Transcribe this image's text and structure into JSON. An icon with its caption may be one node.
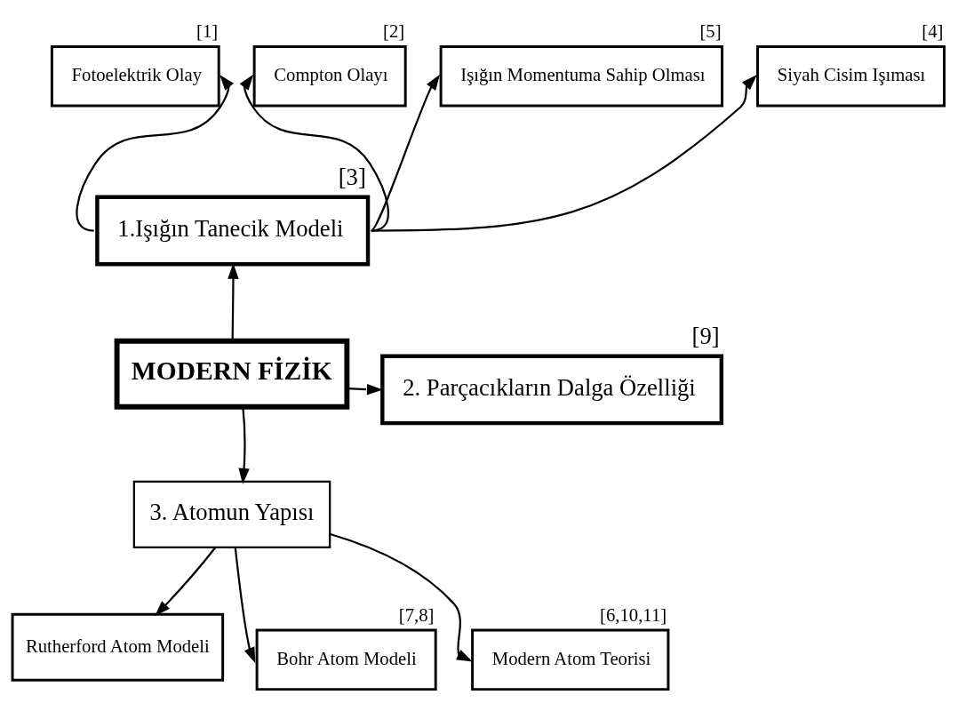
{
  "diagram": {
    "nodes": [
      {
        "text": [
          "Fotoelektrik Olay"
        ],
        "beside": [
          "[1]"
        ]
      },
      {
        "text": [
          "Compton Olayı"
        ],
        "beside": [
          "[2]"
        ]
      },
      {
        "text": [
          "Işığın Momentuma Sahip Olması"
        ],
        "beside": [
          "[5]"
        ]
      },
      {
        "text": [
          "Siyah Cisim Işıması"
        ],
        "beside": [
          "[4]"
        ]
      },
      {
        "text": [
          "1.Işığın Tanecik Modeli"
        ],
        "beside": [
          "[3]"
        ]
      },
      {
        "text": [
          "MODERN FİZİK"
        ]
      },
      {
        "text": [
          "2. Parçacıkların Dalga Özelliği"
        ],
        "beside": [
          "[9]"
        ]
      },
      {
        "text": [
          "3. Atomun Yapısı"
        ]
      },
      {
        "text": [
          "Rutherford Atom Modeli"
        ]
      },
      {
        "text": [
          "Bohr Atom Modeli"
        ],
        "beside": [
          "[7,8]"
        ]
      },
      {
        "text": [
          "Modern Atom Teorisi"
        ],
        "beside": [
          "[6,10,11]"
        ]
      }
    ],
    "edges": [
      {
        "from": 4,
        "to": 0,
        "arrow": "to"
      },
      {
        "from": 4,
        "to": 1,
        "arrow": "to"
      },
      {
        "from": 4,
        "to": 2,
        "arrow": "to"
      },
      {
        "from": 4,
        "to": 3,
        "arrow": "to"
      },
      {
        "from": 5,
        "to": 4,
        "arrow": "to"
      },
      {
        "from": 5,
        "to": 6,
        "arrow": "to"
      },
      {
        "from": 5,
        "to": 7,
        "arrow": "to"
      },
      {
        "from": 7,
        "to": 8,
        "arrow": "to"
      },
      {
        "from": 7,
        "to": 9,
        "arrow": "to"
      },
      {
        "from": 7,
        "to": 10,
        "arrow": "to"
      }
    ]
  }
}
